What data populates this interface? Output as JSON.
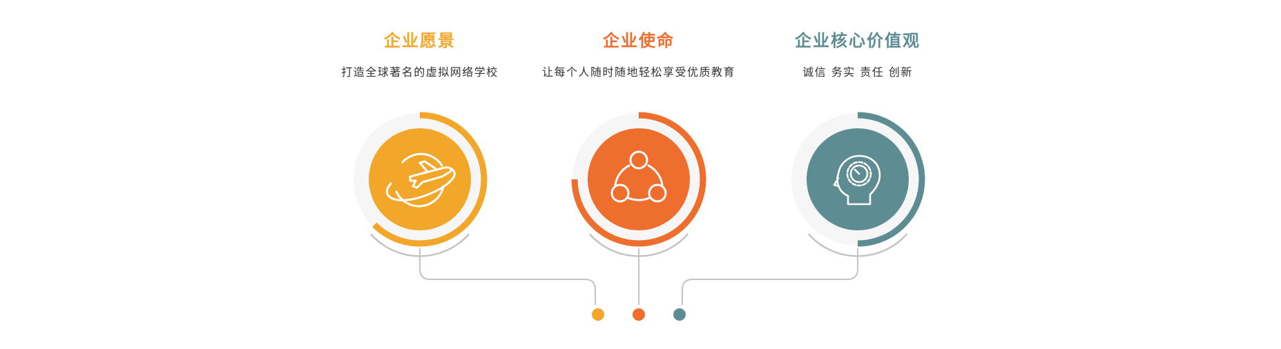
{
  "items": [
    {
      "title": "企业愿景",
      "description": "打造全球著名的虚拟网络学校",
      "color": "#F2A62A",
      "icon": "airplane-globe-icon"
    },
    {
      "title": "企业使命",
      "description": "让每个人随时随地轻松享受优质教育",
      "color": "#EE6F2D",
      "icon": "share-network-icon"
    },
    {
      "title": "企业核心价值观",
      "description": "诚信 务实 责任 创新",
      "color": "#5E8C93",
      "icon": "head-gear-icon"
    }
  ]
}
